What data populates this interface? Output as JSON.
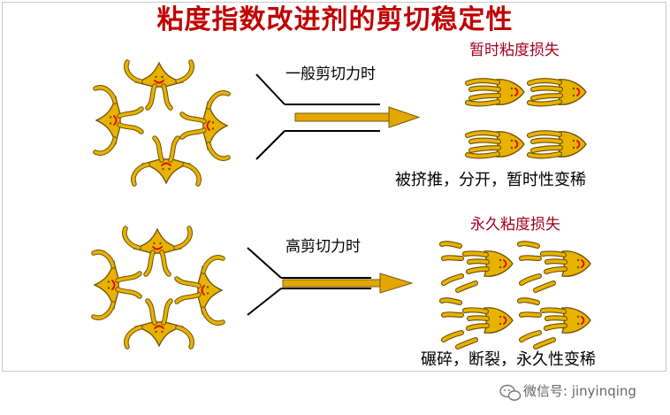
{
  "title": "粘度指数改进剂的剪切稳定性",
  "top": {
    "shear_label": "一般剪切力时",
    "result_title": "暂时粘度损失",
    "caption": "被挤推，分开，暂时性变稀"
  },
  "bottom": {
    "shear_label": "高剪切力时",
    "result_title": "永久粘度损失",
    "caption": "碾碎，断裂，永久性变稀"
  },
  "watermark": {
    "icon": "wechat-icon",
    "text": "微信号: jinyinqing"
  },
  "colors": {
    "title": "#c00000",
    "result_title": "#a00020",
    "molecule_fill": "#e8b200",
    "molecule_stroke": "#6b4f00",
    "smile": "#e00000",
    "arrow_fill": "#e3a700"
  }
}
